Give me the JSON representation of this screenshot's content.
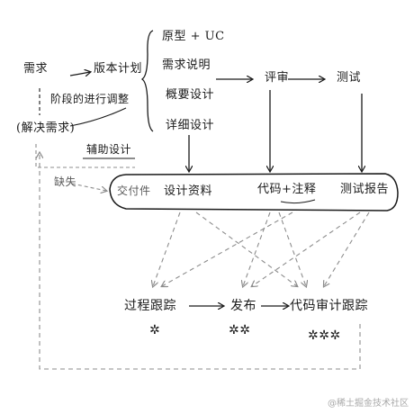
{
  "nodes": {
    "requirements": "需求",
    "release_plan": "版本计划",
    "stage_goals": "阶段的进行调整",
    "solve_problem": "(解决需求)",
    "aux_design": "辅助设计",
    "prototype_uc": "原型 + UC",
    "req_spec": "需求说明",
    "outline_design": "概要设计",
    "detail_design": "详细设计",
    "review": "评审",
    "test": "测试",
    "missing": "缺失",
    "deliverables": "交付件",
    "design_docs": "设计资料",
    "code_comments": "代码+注释",
    "test_report": "测试报告",
    "process_track": "过程跟踪",
    "release": "发布",
    "build_track": "代码审计跟踪"
  },
  "marks": {
    "process_track_rating": "✲",
    "release_rating": "✲✲",
    "build_track_rating": "✲✲✲"
  },
  "watermark": "@稀土掘金技术社区",
  "colors": {
    "ink": "#1a1a1a",
    "dashed": "#8c8c8c"
  }
}
